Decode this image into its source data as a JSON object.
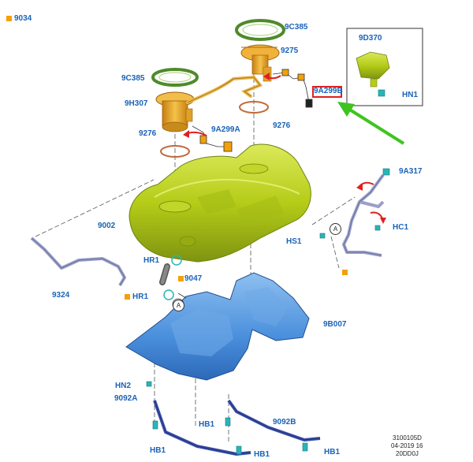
{
  "labels": {
    "l9034": "9034",
    "l9C385_top": "9C385",
    "l9275": "9275",
    "l9D370": "9D370",
    "l9C385_left": "9C385",
    "l9H307": "9H307",
    "l9A299B": "9A299B",
    "lHN1": "HN1",
    "l9276_right": "9276",
    "l9276_left": "9276",
    "l9A299A": "9A299A",
    "l9A317": "9A317",
    "l9002": "9002",
    "lHC1": "HC1",
    "lHS1": "HS1",
    "lHR1_a": "HR1",
    "l9047": "9047",
    "l9324": "9324",
    "lHR1_b": "HR1",
    "l9B007": "9B007",
    "lHN2": "HN2",
    "l9092A": "9092A",
    "l9092B": "9092B",
    "lHB1_a": "HB1",
    "lHB1_b": "HB1",
    "lHB1_c": "HB1",
    "lHB1_d": "HB1",
    "callout_a1": "A",
    "callout_a2": "A"
  },
  "code": {
    "line1": "3100105D",
    "line2": "04-2019 16",
    "line3": "20DD0J"
  },
  "colors": {
    "label_blue": "#1a63b8",
    "tank_green": "#b9cf1e",
    "shield_blue": "#4a8fdc",
    "strap_blue": "#3a4faa",
    "module_orange": "#e0a020",
    "accent_orange": "#f2a10a",
    "arrow_green": "#3ec41f",
    "highlight_red": "#e02020",
    "fastener_teal": "#29b5b8"
  },
  "icons": [
    "orange-square-icon",
    "green-arrow-icon",
    "red-arrow-icon",
    "callout-a-icon"
  ]
}
